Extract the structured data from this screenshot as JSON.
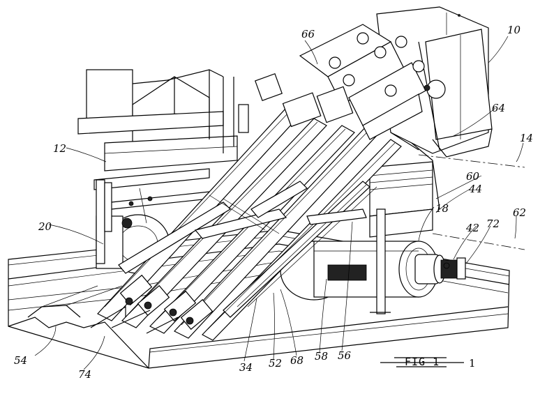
{
  "figure": {
    "caption": "FIG 1",
    "labels": {
      "l10": "10",
      "l12": "12",
      "l14": "14",
      "l18": "18",
      "l20": "20",
      "l34": "34",
      "l42": "42",
      "l44": "44",
      "l52": "52",
      "l54": "54",
      "l56": "56",
      "l58": "58",
      "l60": "60",
      "l62": "62",
      "l64": "64",
      "l66": "66",
      "l68": "68",
      "l72": "72",
      "l74": "74"
    }
  }
}
